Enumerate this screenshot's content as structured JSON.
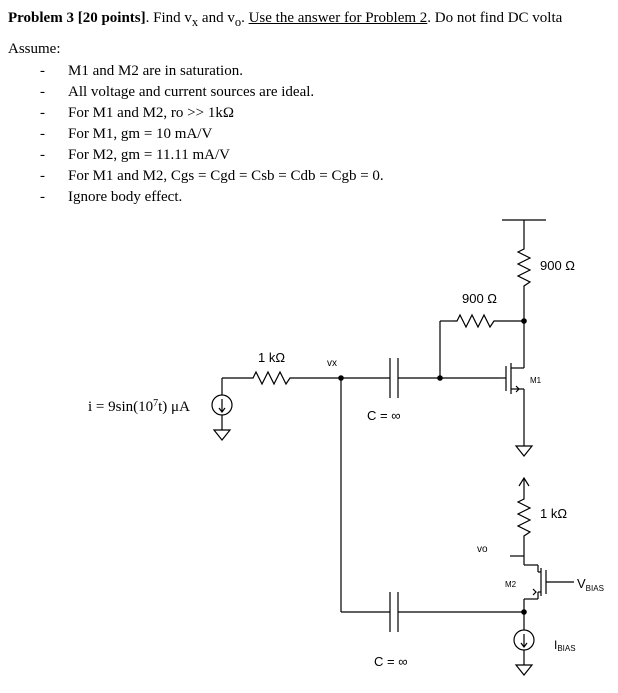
{
  "header": {
    "problem_label": "Problem 3 [20 points]",
    "find_text": ". Find v",
    "find_sub_x": "x",
    "and_text": " and v",
    "find_sub_o": "o",
    "period_text": ". ",
    "underlined": "Use the answer for Problem 2",
    "rest": ". Do not find DC volta"
  },
  "assume": {
    "label": "Assume:",
    "bullets": [
      "M1 and M2 are in saturation.",
      "All voltage and current sources are ideal.",
      "For M1 and M2, ro >> 1kΩ",
      "For M1, gm = 10 mA/V",
      "For M2, gm = 11.11 mA/V",
      "For M1 and M2, Cgs = Cgd = Csb = Cdb = Cgb = 0.",
      "Ignore body effect."
    ]
  },
  "circuit": {
    "source_label": "i = 9sin(10",
    "source_exp": "7",
    "source_tail": "t) μA",
    "r_input": "1 kΩ",
    "node_vx": "vx",
    "c1_label": "C = ∞",
    "r_top": "900 Ω",
    "r_feedback": "900 Ω",
    "m1_label": "M1",
    "r_m2": "1 kΩ",
    "node_vo": "vo",
    "m2_label": "M2",
    "vbias_label": "V",
    "vbias_sub": "BIAS",
    "c2_label": "C = ∞",
    "ibias_label": "I",
    "ibias_sub": "BIAS"
  }
}
